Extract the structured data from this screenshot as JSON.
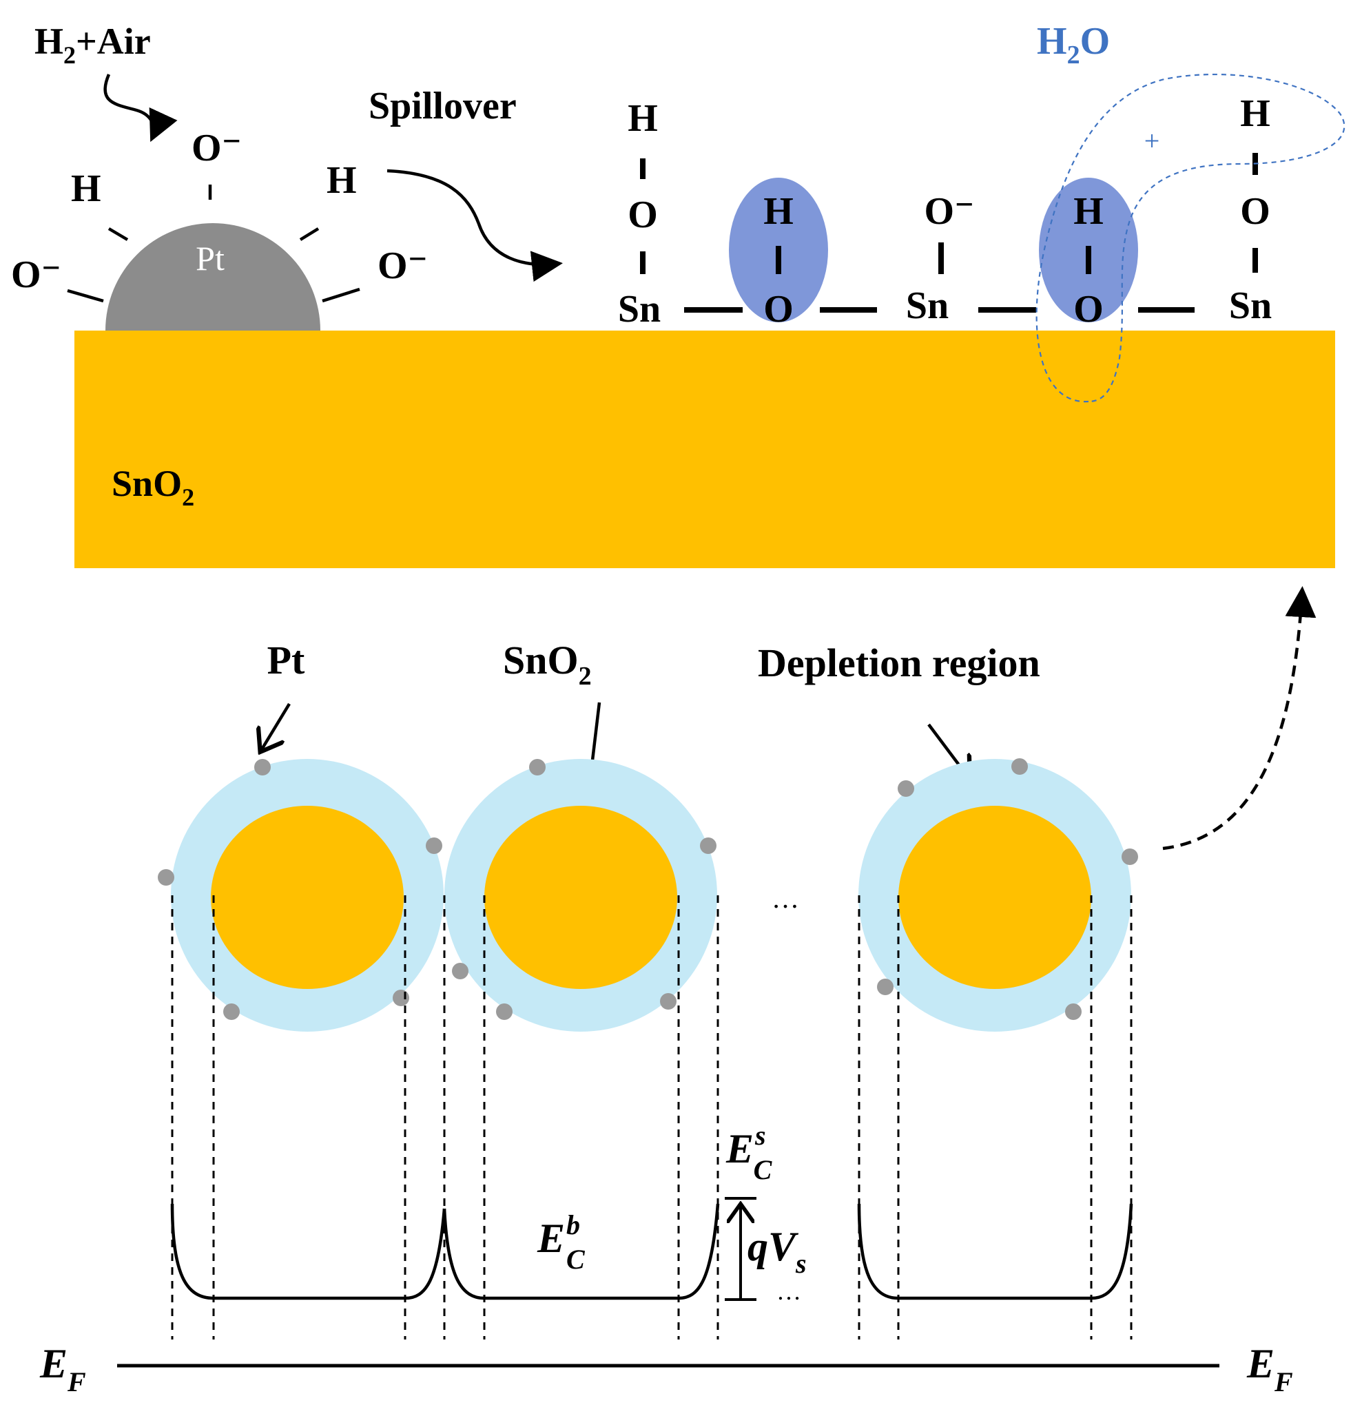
{
  "colors": {
    "sno2": "#ffc000",
    "depletion": "#c5e9f6",
    "pt": "#8c8c8c",
    "pt_particle": "#9a9a9a",
    "adsorbate": "#7f97d9",
    "h2o_text": "#3f73c2"
  },
  "top": {
    "gas_label_main": "H",
    "gas_label_sub": "2",
    "gas_label_rest": "+Air",
    "spillover_label": "Spillover",
    "pt_label": "Pt",
    "pt_species": [
      "O⁻",
      "H",
      "H",
      "O⁻",
      "O⁻"
    ],
    "surface_sites": [
      {
        "top": "H",
        "mid": "O",
        "base": "Sn"
      },
      {
        "top": "H",
        "mid": "O"
      },
      {
        "top": "O⁻",
        "base": "Sn"
      },
      {
        "top": "H",
        "mid": "O"
      },
      {
        "top": "H",
        "mid": "O",
        "base": "Sn"
      }
    ],
    "h2o_main": "H",
    "h2o_sub": "2",
    "h2o_rest": "O",
    "plus_sign": "+",
    "substrate_main": "SnO",
    "substrate_sub": "2"
  },
  "bottom": {
    "pt_label": "Pt",
    "sno2_main": "SnO",
    "sno2_sub": "2",
    "depletion_label": "Depletion region",
    "ellipsis_1": "…",
    "ellipsis_2": "…",
    "ec_s_main": "E",
    "ec_s_sup": "s",
    "ec_s_sub": "C",
    "ec_b_main": "E",
    "ec_b_sup": "b",
    "ec_b_sub": "C",
    "qvs_main": "qV",
    "qvs_sub": "s",
    "ef_left_main": "E",
    "ef_left_sub": "F",
    "ef_right_main": "E",
    "ef_right_sub": "F"
  }
}
